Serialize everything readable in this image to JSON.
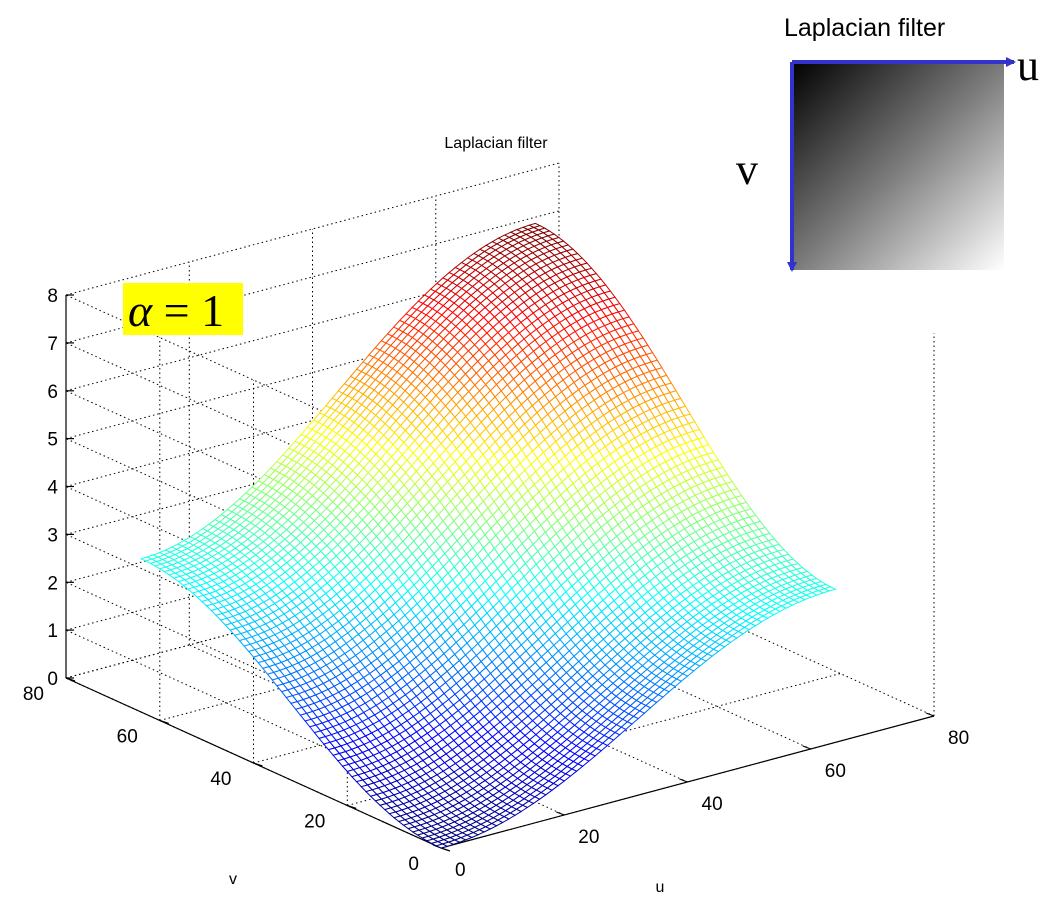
{
  "chart_data": {
    "type": "surface",
    "title": "Laplacian filter",
    "xlabel": "u",
    "ylabel": "v",
    "zlabel": "",
    "xlim": [
      0,
      80
    ],
    "ylim": [
      0,
      80
    ],
    "zlim": [
      0,
      8
    ],
    "xticks": [
      0,
      20,
      40,
      60,
      80
    ],
    "yticks": [
      0,
      20,
      40,
      60,
      80
    ],
    "zticks": [
      0,
      1,
      2,
      3,
      4,
      5,
      6,
      7,
      8
    ],
    "grid": true,
    "grid_size": 64,
    "surface_corners": {
      "u0_v0": 0,
      "u64_v0": 3.2,
      "u0_v64": 3.2,
      "u64_v64": 8
    },
    "colormap": "jet",
    "annotation": {
      "text_symbol": "α",
      "text_rest": " = 1",
      "background": "#ffff00"
    },
    "inset": {
      "title": "Laplacian filter",
      "u_label": "u",
      "v_label": "v",
      "arrow_color": "#3333cc"
    }
  }
}
